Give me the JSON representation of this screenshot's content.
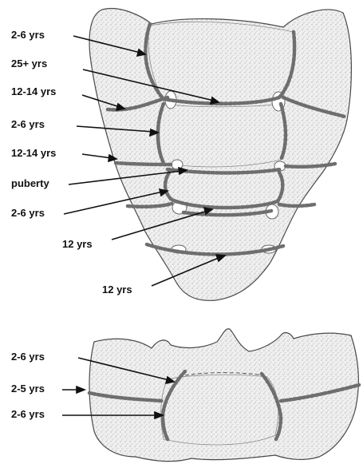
{
  "figure": {
    "upper_view": {
      "labels": [
        "2-6 yrs",
        "25+ yrs",
        "12-14 yrs",
        "2-6 yrs",
        "12-14 yrs",
        "puberty",
        "2-6 yrs",
        "12 yrs",
        "12 yrs"
      ]
    },
    "lower_view": {
      "labels": [
        "2-6 yrs",
        "2-5 yrs",
        "2-6 yrs"
      ]
    }
  },
  "colors": {
    "bone_fill": "#eeeeee",
    "bone_outline": "#4a4a4a",
    "fusion_line": "#6e6e6e",
    "leader_line": "#111111"
  }
}
